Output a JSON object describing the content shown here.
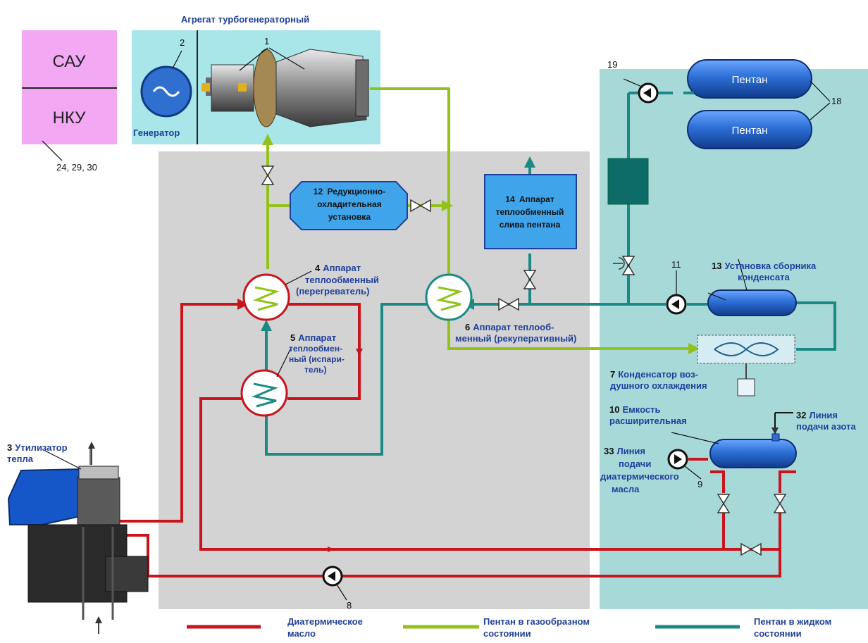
{
  "title": "Агрегат турбогенераторный",
  "sau": {
    "top": "САУ",
    "bottom": "НКУ",
    "ref": "24, 29, 30"
  },
  "generator": {
    "num": "2",
    "label": "Генератор"
  },
  "turbine_num": "1",
  "reducer": {
    "num": "12",
    "lines": [
      "Редукционно-",
      "охладительная",
      "установка"
    ]
  },
  "hx14": {
    "num": "14",
    "lines": [
      "Аппарат",
      "теплообменный",
      "слива пентана"
    ]
  },
  "hx4": {
    "num": "4",
    "lines": [
      "Аппарат",
      "теплообменный",
      "(перегреватель)"
    ]
  },
  "hx5": {
    "num": "5",
    "lines": [
      "Аппарат",
      "теплообмен-",
      "ный (испари-",
      "тель)"
    ]
  },
  "hx6": {
    "num": "6",
    "lines": [
      "Аппарат теплооб-",
      "менный (рекуперативный)"
    ]
  },
  "condenser": {
    "num": "7",
    "lines": [
      "Конденсатор воз-",
      "душного охлаждения"
    ]
  },
  "tanks": {
    "label": "Пентан",
    "num": "18"
  },
  "pump19": "19",
  "pump11": "11",
  "collector": {
    "num": "13",
    "lines": [
      "Установка сборника",
      "конденсата"
    ]
  },
  "expansion": {
    "num": "10",
    "lines": [
      "Емкость",
      "расширительная"
    ]
  },
  "nitrogen": {
    "num": "32",
    "lines": [
      "Линия",
      "подачи азота"
    ]
  },
  "oil_feed": {
    "num": "33",
    "lines": [
      "Линия",
      "подачи",
      "диатермического",
      "масла"
    ],
    "pump": "9"
  },
  "utilizer": {
    "num": "3",
    "lines": [
      "Утилизатор",
      "тепла"
    ]
  },
  "pump8": "8",
  "colors": {
    "oil": "#c8141c",
    "gas": "#92c21a",
    "liquid": "#1b8a84",
    "gray_zone": "#d3d3d3",
    "teal_zone": "#a8d9d9",
    "sau_box": "#f2a8f2",
    "turbo_box": "#a8e6ea",
    "label_blue": "#1f3f9a"
  },
  "legend": [
    {
      "lines": [
        "Диатермическое",
        "масло"
      ],
      "color": "#c8141c"
    },
    {
      "lines": [
        "Пентан в газообразном",
        "состоянии"
      ],
      "color": "#92c21a"
    },
    {
      "lines": [
        "Пентан в жидком",
        "состоянии"
      ],
      "color": "#1b8a84"
    }
  ]
}
